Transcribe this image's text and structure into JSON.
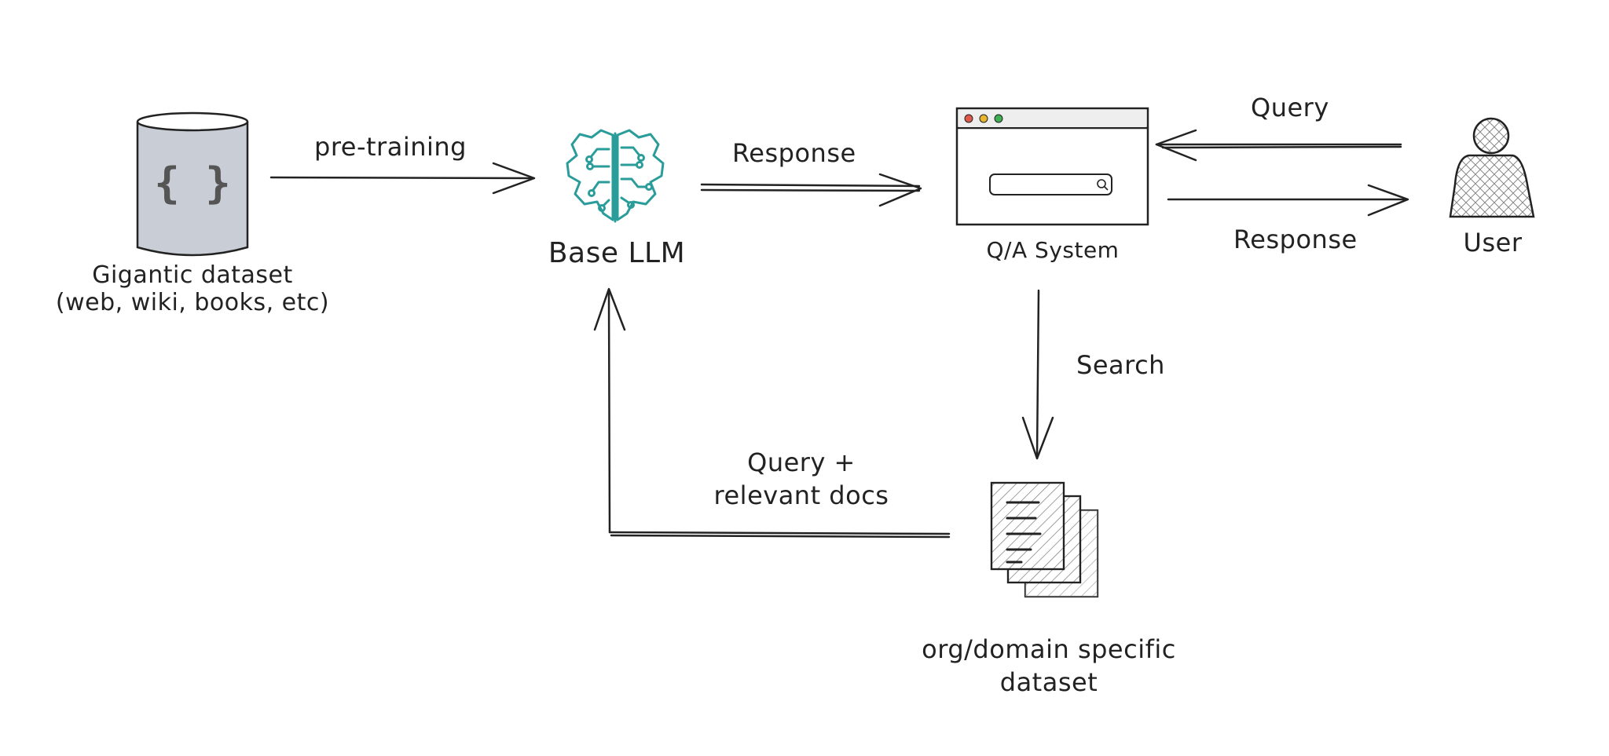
{
  "nodes": {
    "dataset": {
      "label_line1": "Gigantic dataset",
      "label_line2": "(web, wiki, books, etc)",
      "icon_text": "{ }"
    },
    "llm": {
      "label": "Base LLM"
    },
    "qa": {
      "label": "Q/A System"
    },
    "user": {
      "label": "User"
    },
    "docs": {
      "label_line1": "org/domain specific",
      "label_line2": "dataset"
    }
  },
  "edges": {
    "pretraining": "pre-training",
    "llm_response": "Response",
    "query": "Query",
    "qa_response": "Response",
    "search": "Search",
    "query_docs_line1": "Query +",
    "query_docs_line2": "relevant docs"
  },
  "colors": {
    "ink": "#222222",
    "cylinder_fill": "#c9ced6",
    "brain": "#2a9d9a",
    "dot_red": "#e0584a",
    "dot_yellow": "#e8b531",
    "dot_green": "#3fae55"
  }
}
